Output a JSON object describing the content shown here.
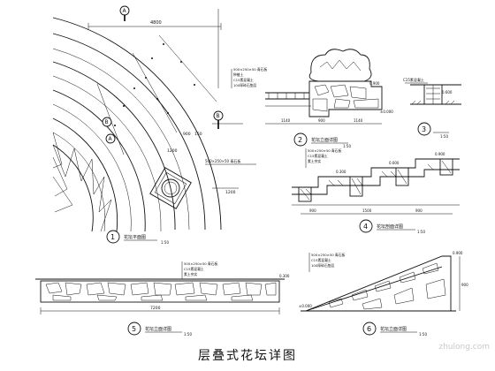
{
  "drawing_title": "层叠式花坛详图",
  "watermark": "zhulong.com",
  "views": [
    {
      "num": "1",
      "label": "花坛平面图",
      "scale": "1:50"
    },
    {
      "num": "2",
      "label": "花坛立面详图",
      "scale": "1:50"
    },
    {
      "num": "3",
      "label": "",
      "scale": "1:50"
    },
    {
      "num": "4",
      "label": "花坛剖面详图",
      "scale": "1:50"
    },
    {
      "num": "5",
      "label": "花坛立面详图",
      "scale": "1:50"
    },
    {
      "num": "6",
      "label": "花坛立面详图",
      "scale": "1:50"
    }
  ],
  "section_marks": [
    "A",
    "B"
  ],
  "dims": {
    "plan_top": "4800",
    "plan_small_a": "900",
    "plan_small_b": "150",
    "plan_small_c": "1200",
    "elev2_a": "1140",
    "elev2_b": "900",
    "elev2_c": "1140",
    "elev4_a": "900",
    "elev4_b": "1500",
    "elev4_c": "900",
    "elev5_total": "7200",
    "elev6_height": "900",
    "level_a": "0.900",
    "level_b": "0.600",
    "level_c": "0.300",
    "level_d": "±0.000"
  },
  "notes": {
    "n1": "500×250×50 青石板",
    "n2": "种植土",
    "n3": "C15素混凝土",
    "n4": "100厚碎石垫层",
    "n5": "素土夯实"
  }
}
